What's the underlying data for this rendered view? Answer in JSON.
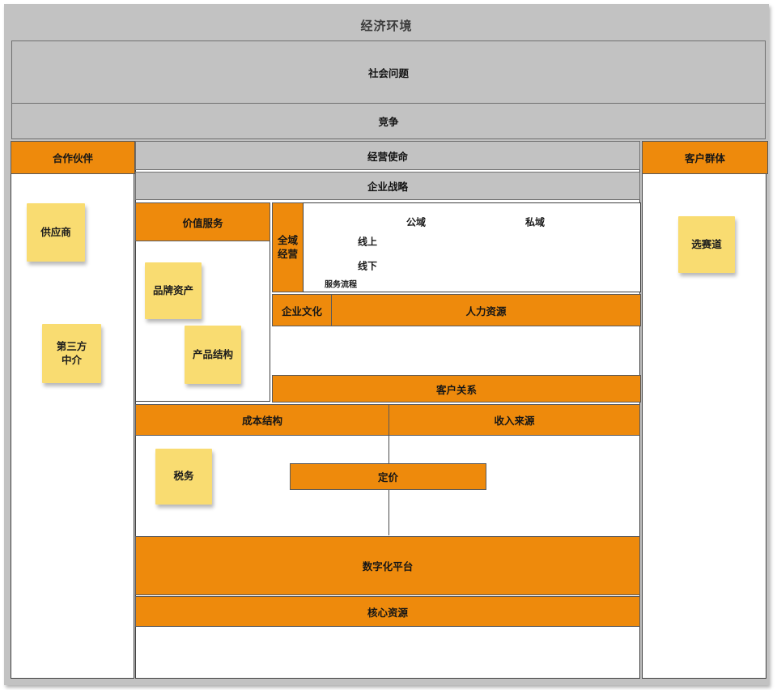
{
  "colors": {
    "accent_orange": "#EE8A0C",
    "band_gray": "#C2C2C2",
    "sticky_yellow": "#F9DC71"
  },
  "title": "经济环境",
  "env": {
    "social": "社会问题",
    "competition": "竞争"
  },
  "partners": {
    "header": "合作伙伴",
    "supplier": "供应商",
    "third_party": "第三方\n中介"
  },
  "customers": {
    "header": "客户群体",
    "track": "选赛道"
  },
  "center": {
    "mission": "经营使命",
    "strategy": "企业战略",
    "value_service": {
      "header": "价值服务",
      "brand_assets": "品牌资产",
      "product_structure": "产品结构"
    },
    "omni": {
      "header": "全域\n经营",
      "public_domain": "公域",
      "private_domain": "私域",
      "online": "线上",
      "offline": "线下",
      "service_flow": "服务流程"
    },
    "culture": "企业文化",
    "hr": "人力资源",
    "customer_relations": "客户关系",
    "cost_structure": "成本结构",
    "revenue_source": "收入来源",
    "tax": "税务",
    "pricing": "定价",
    "digital_platform": "数字化平台",
    "core_resources": "核心资源"
  }
}
